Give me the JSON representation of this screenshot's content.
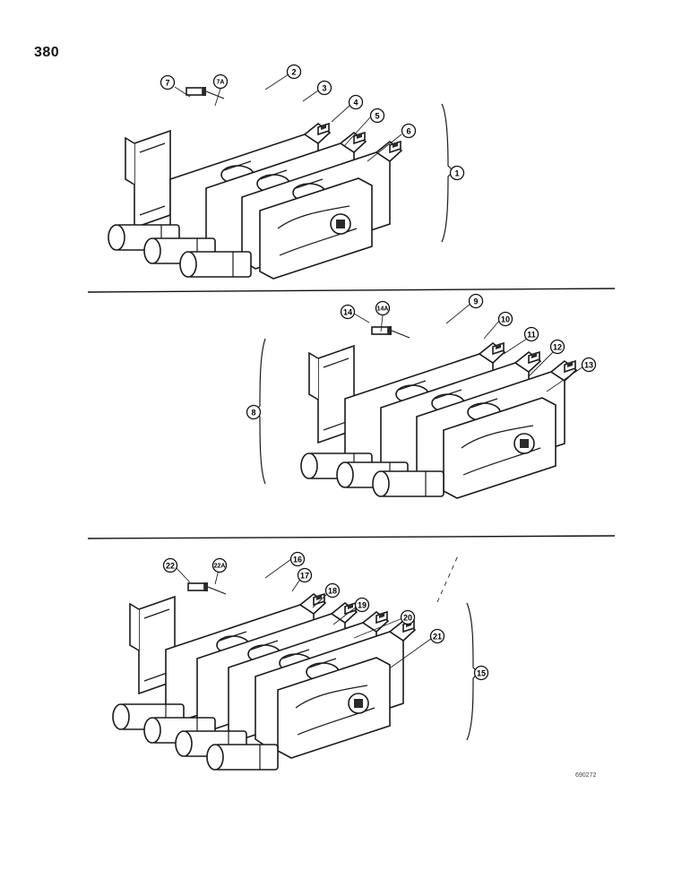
{
  "page": {
    "number": "380",
    "reference_code": "690272"
  },
  "callouts": {
    "c1": "1",
    "c2": "2",
    "c3": "3",
    "c4": "4",
    "c5": "5",
    "c6": "6",
    "c7": "7",
    "c7a": "7A",
    "c8": "8",
    "c9": "9",
    "c10": "10",
    "c11": "11",
    "c12": "12",
    "c13": "13",
    "c14": "14",
    "c14a": "14A",
    "c15": "15",
    "c16": "16",
    "c17": "17",
    "c18": "18",
    "c19": "19",
    "c20": "20",
    "c21": "21",
    "c22": "22",
    "c22a": "22A"
  }
}
